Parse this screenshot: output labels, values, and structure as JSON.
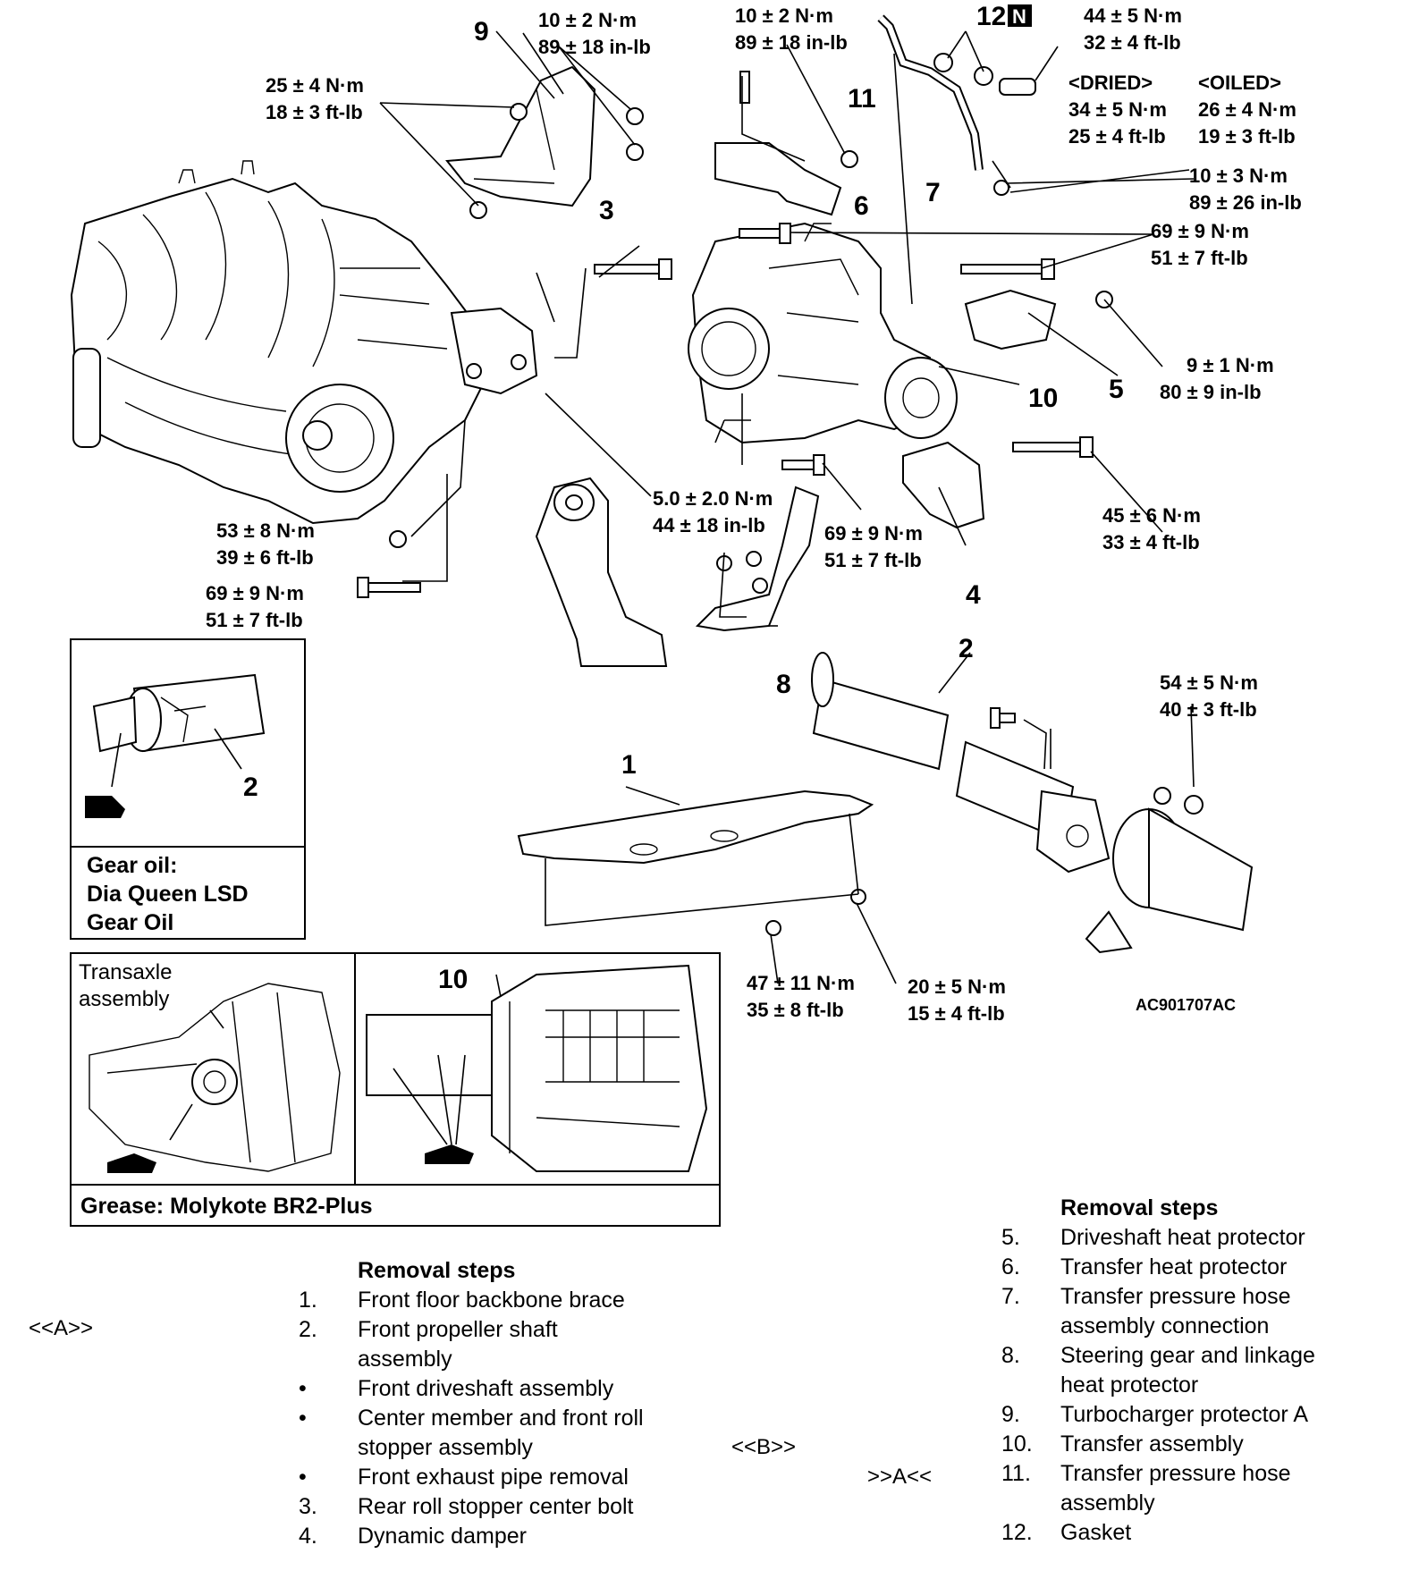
{
  "torque_labels": [
    {
      "id": "t1",
      "nm": "10 ± 2 N·m",
      "imp": "89 ± 18 in-lb"
    },
    {
      "id": "t2",
      "nm": "10 ± 2 N·m",
      "imp": "89 ± 18 in-lb"
    },
    {
      "id": "t3",
      "nm": "44 ± 5 N·m",
      "imp": "32 ± 4 ft-lb"
    },
    {
      "id": "t4",
      "nm": "25 ± 4 N·m",
      "imp": "18 ± 3 ft-lb"
    },
    {
      "id": "t5",
      "nm": "10 ± 3 N·m",
      "imp": "89 ± 26 in-lb"
    },
    {
      "id": "t6",
      "nm": "69 ± 9 N·m",
      "imp": "51 ± 7 ft-lb"
    },
    {
      "id": "t7",
      "nm": "9 ± 1 N·m",
      "imp": "80 ± 9 in-lb"
    },
    {
      "id": "t8",
      "nm": "5.0 ± 2.0 N·m",
      "imp": "44 ± 18 in-lb"
    },
    {
      "id": "t9",
      "nm": "53 ± 8 N·m",
      "imp": "39 ± 6 ft-lb"
    },
    {
      "id": "t10",
      "nm": "69 ± 9 N·m",
      "imp": "51 ± 7 ft-lb"
    },
    {
      "id": "t11",
      "nm": "69 ± 9 N·m",
      "imp": "51 ± 7 ft-lb"
    },
    {
      "id": "t12",
      "nm": "45 ± 6 N·m",
      "imp": "33 ± 4 ft-lb"
    },
    {
      "id": "t13",
      "nm": "54 ± 5 N·m",
      "imp": "40 ± 3 ft-lb"
    },
    {
      "id": "t14",
      "nm": "47 ± 11 N·m",
      "imp": "35 ± 8 ft-lb"
    },
    {
      "id": "t15",
      "nm": "20 ± 5 N·m",
      "imp": "15 ± 4 ft-lb"
    }
  ],
  "dried_oiled": {
    "dried_head": "<DRIED>",
    "dried_nm": "34 ± 5 N·m",
    "dried_imp": "25 ± 4 ft-lb",
    "oiled_head": "<OILED>",
    "oiled_nm": "26 ± 4 N·m",
    "oiled_imp": "19 ± 3 ft-lb"
  },
  "callouts": [
    "1",
    "2",
    "3",
    "4",
    "5",
    "6",
    "7",
    "8",
    "9",
    "10",
    "11",
    "12"
  ],
  "callout_badge": "N",
  "inset_gear_oil": {
    "callout": "2",
    "caption_lines": [
      "Gear oil:",
      "Dia Queen LSD",
      "Gear Oil"
    ]
  },
  "inset_grease": {
    "left_label_lines": [
      "Transaxle",
      "assembly"
    ],
    "callout": "10",
    "caption": "Grease: Molykote BR2-Plus"
  },
  "figure_code": "AC901707AC",
  "steps_left": {
    "heading": "Removal steps",
    "items": [
      {
        "n": "1.",
        "t": "Front floor backbone brace"
      },
      {
        "n": "2.",
        "t": "Front propeller shaft assembly"
      },
      {
        "n": "•",
        "t": "Front driveshaft assembly"
      },
      {
        "n": "•",
        "t": "Center member and front roll stopper assembly"
      },
      {
        "n": "•",
        "t": "Front exhaust pipe removal"
      },
      {
        "n": "3.",
        "t": "Rear roll stopper center bolt"
      },
      {
        "n": "4.",
        "t": "Dynamic damper"
      }
    ]
  },
  "steps_right": {
    "heading": "Removal steps",
    "items": [
      {
        "n": "5.",
        "t": "Driveshaft heat protector"
      },
      {
        "n": "6.",
        "t": "Transfer heat protector"
      },
      {
        "n": "7.",
        "t": "Transfer pressure hose assembly connection"
      },
      {
        "n": "8.",
        "t": "Steering gear and linkage heat protector"
      },
      {
        "n": "9.",
        "t": "Turbocharger protector A"
      },
      {
        "n": "10.",
        "t": "Transfer assembly"
      },
      {
        "n": "11.",
        "t": "Transfer pressure hose assembly"
      },
      {
        "n": "12.",
        "t": "Gasket"
      }
    ]
  },
  "markers": {
    "a_left": "<<A>>",
    "b_mid": "<<B>>",
    "a_right": ">>A<<"
  }
}
